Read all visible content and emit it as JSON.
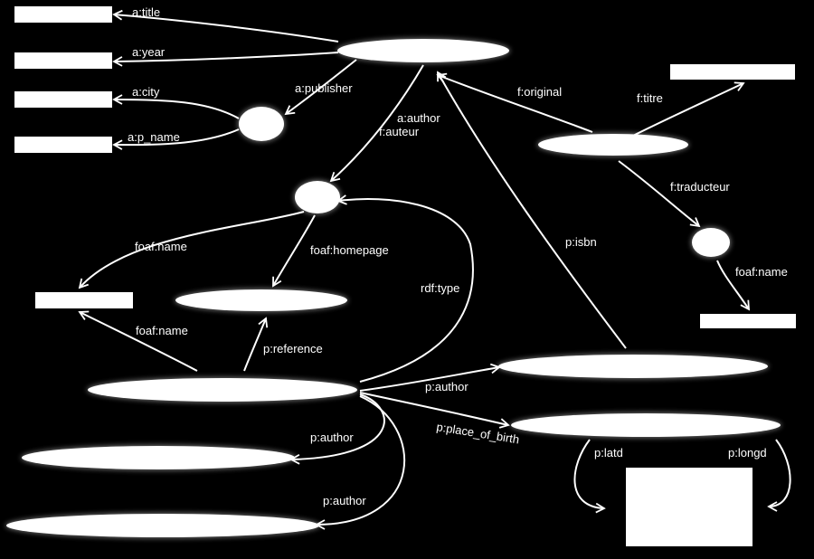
{
  "colors": {
    "background": "#000000",
    "foreground": "#ffffff"
  },
  "edges": {
    "a_title": "a:title",
    "a_year": "a:year",
    "a_publisher": "a:publisher",
    "a_city": "a:city",
    "a_p_name": "a:p_name",
    "a_author": "a:author",
    "f_auteur": "f:auteur",
    "f_original": "f:original",
    "f_titre": "f:titre",
    "f_traducteur": "f:traducteur",
    "foaf_name_1": "foaf:name",
    "foaf_homepage": "foaf:homepage",
    "foaf_name_2": "foaf:name",
    "foaf_name_3": "foaf:name",
    "rdf_type": "rdf:type",
    "p_isbn": "p:isbn",
    "p_reference": "p:reference",
    "p_author_1": "p:author",
    "p_author_2": "p:author",
    "p_author_3": "p:author",
    "p_place_of_birth": "p:place_of_birth",
    "p_latd": "p:latd",
    "p_longd": "p:longd"
  }
}
